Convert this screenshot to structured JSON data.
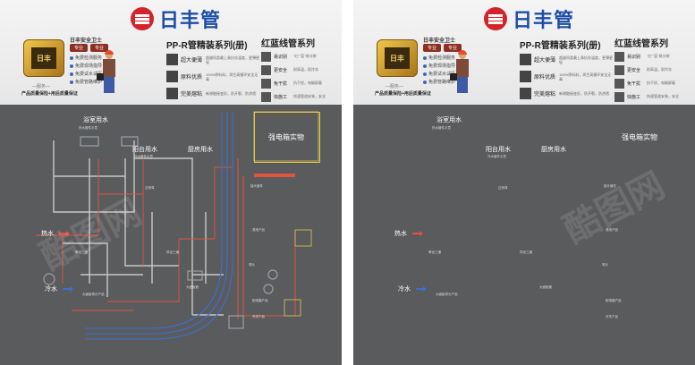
{
  "brand": {
    "name": "日丰管",
    "color": "#1d4ea6",
    "mark_color": "#d4242b"
  },
  "guard": {
    "badge_text": "日丰",
    "title": "日丰安全卫士",
    "tags": [
      "专业",
      "专业"
    ],
    "features": [
      "免费检测服务",
      "免费现场指导",
      "免费试水试压",
      "免费管路维护"
    ],
    "caption": "—服务—",
    "subtitle": "产品质量保险+用后质量保证"
  },
  "pp_series": {
    "title": "PP-R管精装系列(册)",
    "items": [
      {
        "label": "超大便薄",
        "desc": "超越同类最上乘抗冻温度，更薄更轻"
      },
      {
        "label": "原料优质",
        "desc": "100%原料料，再生高循环安全无毒"
      },
      {
        "label": "完美熔粘",
        "desc": "新增融接变形，防开裂，防渗透"
      }
    ]
  },
  "red_series": {
    "title": "红蓝线管系列",
    "items": [
      {
        "label": "易识别",
        "desc": "\"红\"\"蓝\"易分辨"
      },
      {
        "label": "更安全",
        "desc": "耐高温，耐冷冻"
      },
      {
        "label": "免干扰",
        "desc": "抗干扰，电磁屏蔽"
      },
      {
        "label": "快施工",
        "desc": "快速管道安装，安全"
      }
    ]
  },
  "diagram": {
    "labels": {
      "bathroom": "浴室用水",
      "balcony": "阳台用水",
      "kitchen": "厨房用水",
      "electric_box": "强电箱实物",
      "hot_water": "热水",
      "cold_water": "冷水"
    },
    "notes": [
      "热水管件示意",
      "冷水管件示意",
      "过桥弯",
      "等径三通",
      "异径三通",
      "接头管件",
      "弯头",
      "大面板管",
      "大面板弯头产品",
      "强电产品",
      "配电箱产品",
      "开关产品"
    ],
    "hot_color": "#e0533e",
    "cold_color": "#3c6fd0",
    "pipe_color": "#c8c8c8",
    "electric_color": "#e2c64e"
  },
  "watermark": "酷图网"
}
